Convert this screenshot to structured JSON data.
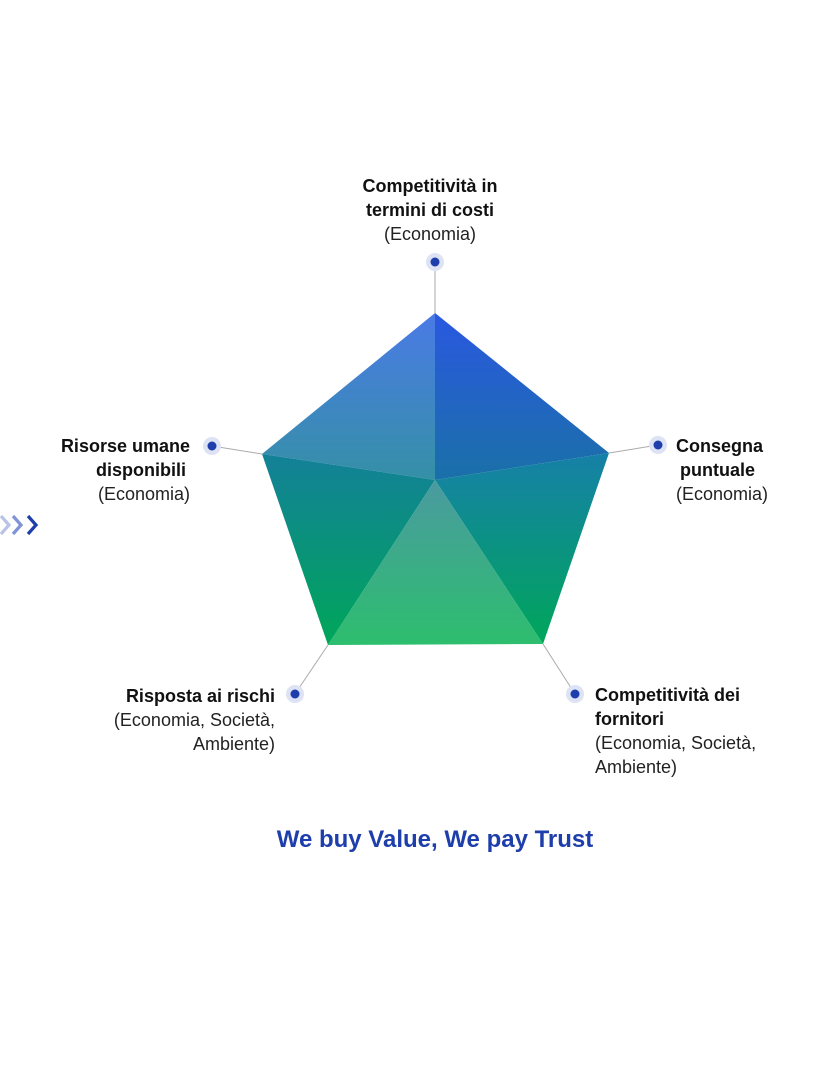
{
  "colors": {
    "accent": "#1d3eab",
    "dot": "#1d3eab",
    "top": "#2f5fe0",
    "green": "#00a65a"
  },
  "axes": [
    {
      "id": "costs",
      "title_lines": [
        "Competitività in",
        "termini di costi"
      ],
      "sub_lines": [
        "(Economia)"
      ]
    },
    {
      "id": "delivery",
      "title_lines": [
        "Consegna",
        "puntuale"
      ],
      "sub_lines": [
        "(Economia)"
      ]
    },
    {
      "id": "suppliers",
      "title_lines": [
        "Competitività dei",
        "fornitori"
      ],
      "sub_lines": [
        "(Economia, Società,",
        "Ambiente)"
      ]
    },
    {
      "id": "risk",
      "title_lines": [
        "Risposta ai rischi"
      ],
      "sub_lines": [
        "(Economia, Società,",
        "Ambiente)"
      ]
    },
    {
      "id": "hr",
      "title_lines": [
        "Risorse umane",
        "disponibili"
      ],
      "sub_lines": [
        "(Economia)"
      ]
    }
  ],
  "nav_icon": "triple-chevron-right-icon",
  "slogan": "We buy Value, We pay Trust"
}
